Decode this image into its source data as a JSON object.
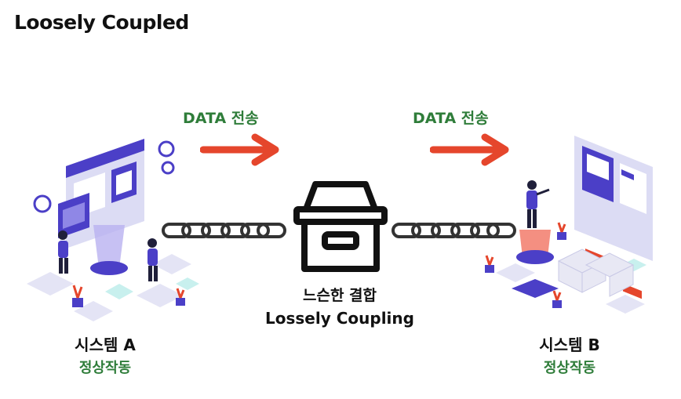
{
  "title": "Loosely Coupled",
  "transfer_left": "DATA 전송",
  "transfer_right": "DATA 전송",
  "center_label_kr": "느슨한 결합",
  "center_label_en": "Lossely Coupling",
  "system_a": {
    "name": "시스템 A",
    "status": "정상작동"
  },
  "system_b": {
    "name": "시스템 B",
    "status": "정상작동"
  },
  "colors": {
    "arrow": "#e5462c",
    "status_green": "#2f7d3a",
    "illustration_purple": "#4b3fc7",
    "illustration_light": "#dcdcf4"
  },
  "icons": [
    "right-arrow-icon",
    "chain-icon",
    "storage-box-icon",
    "system-a-illustration",
    "system-b-illustration"
  ]
}
